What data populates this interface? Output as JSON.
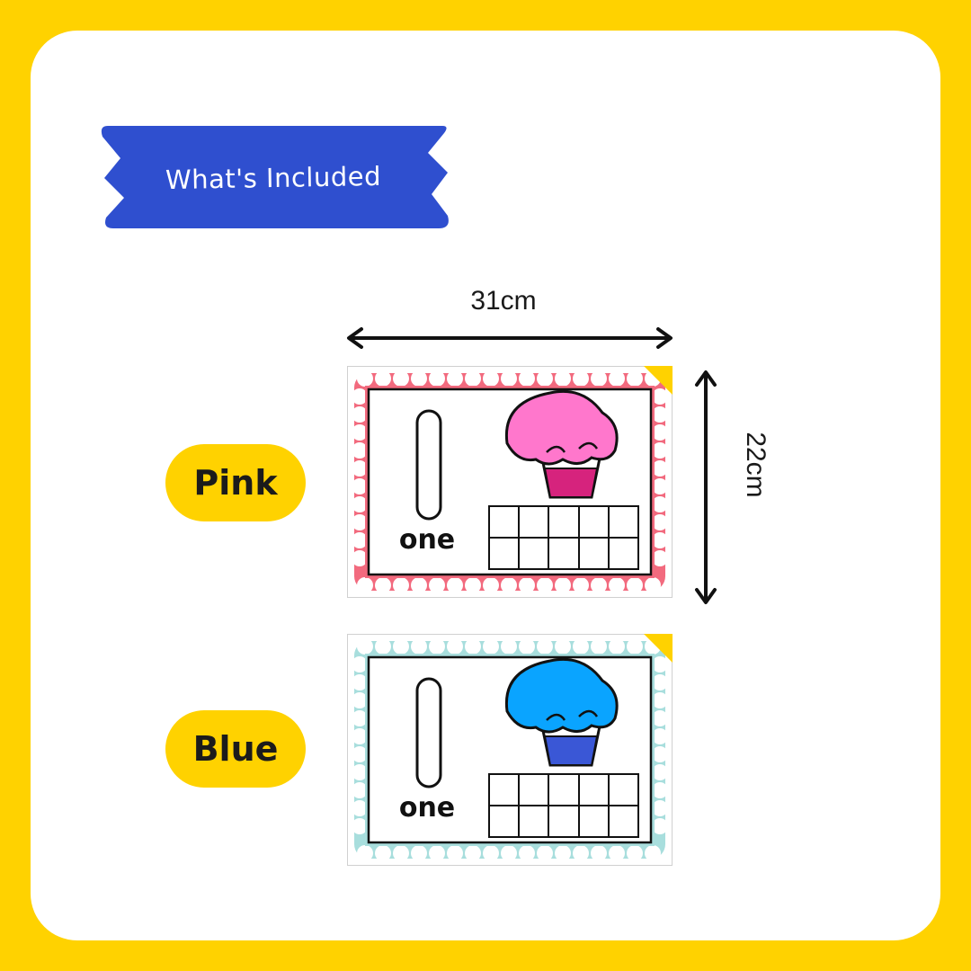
{
  "header": {
    "title": "What's Included"
  },
  "dimensions": {
    "width_label": "31cm",
    "height_label": "22cm"
  },
  "variants": [
    {
      "label": "Pink",
      "card_word": "one",
      "border_color": "#f26a7e",
      "cupcake_top": "#ff77cc",
      "cupcake_base": "#d6237d"
    },
    {
      "label": "Blue",
      "card_word": "one",
      "border_color": "#a8dedd",
      "cupcake_top": "#0aa4ff",
      "cupcake_base": "#3a57d6"
    }
  ],
  "colors": {
    "background": "#ffd200",
    "panel": "#ffffff",
    "banner": "#2f4fcf"
  },
  "icons": [
    "cupcake-icon",
    "ten-frame-icon",
    "double-arrow-icon"
  ]
}
